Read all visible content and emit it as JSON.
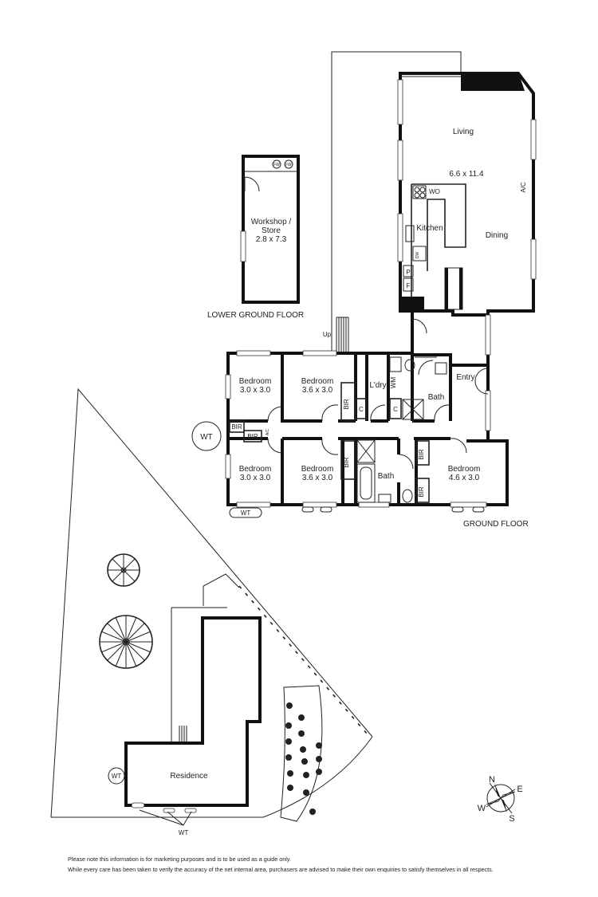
{
  "floors": {
    "lower_ground": "LOWER GROUND FLOOR",
    "ground": "GROUND FLOOR"
  },
  "rooms": {
    "workshop_name": "Workshop /",
    "workshop_name2": "Store",
    "workshop_dim": "2.8 x 7.3",
    "living": "Living",
    "living_dim": "6.6 x 11.4",
    "kitchen": "Kitchen",
    "dining": "Dining",
    "entry": "Entry",
    "laundry": "L'dry",
    "bath": "Bath",
    "bedroom": "Bedroom",
    "bed1_dim": "3.0 x 3.0",
    "bed2_dim": "3.6 x 3.0",
    "bed3_dim": "3.0 x 3.0",
    "bed4_dim": "3.6 x 3.0",
    "bed5_dim": "4.6 x 3.0",
    "residence": "Residence"
  },
  "fixtures": {
    "wo": "WO",
    "dw": "DW",
    "p": "P",
    "f": "F",
    "ac": "A/C",
    "bir": "BIR",
    "wm": "WM",
    "c": "C",
    "up": "Up",
    "wt": "WT",
    "fw": "FW",
    "w": "W"
  },
  "compass": {
    "n": "N",
    "e": "E",
    "s": "S",
    "w": "W"
  },
  "disclaimer": {
    "line1": "Please note this information is for marketing purposes and is to be used as a guide only.",
    "line2": "While every care has been taken to verify the accuracy of the net internal area, purchasers are advised to make their own enquiries to satisfy themselves in all respects."
  }
}
